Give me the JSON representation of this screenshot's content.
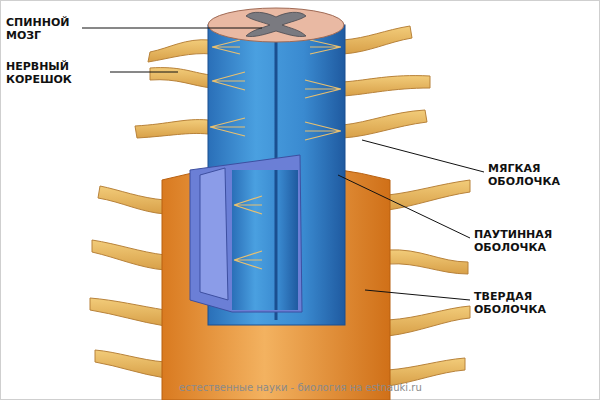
{
  "diagram": {
    "labels": [
      "СПИННОЙ МОЗГ",
      "НЕРВНЫЙ КОРЕШОК",
      "МЯГКАЯ ОБОЛОЧКА",
      "ПАУТИННАЯ ОБОЛОЧКА",
      "ТВЕРДАЯ ОБОЛОЧКА",
      "естественные науки - биология на estnauki.ru"
    ]
  }
}
